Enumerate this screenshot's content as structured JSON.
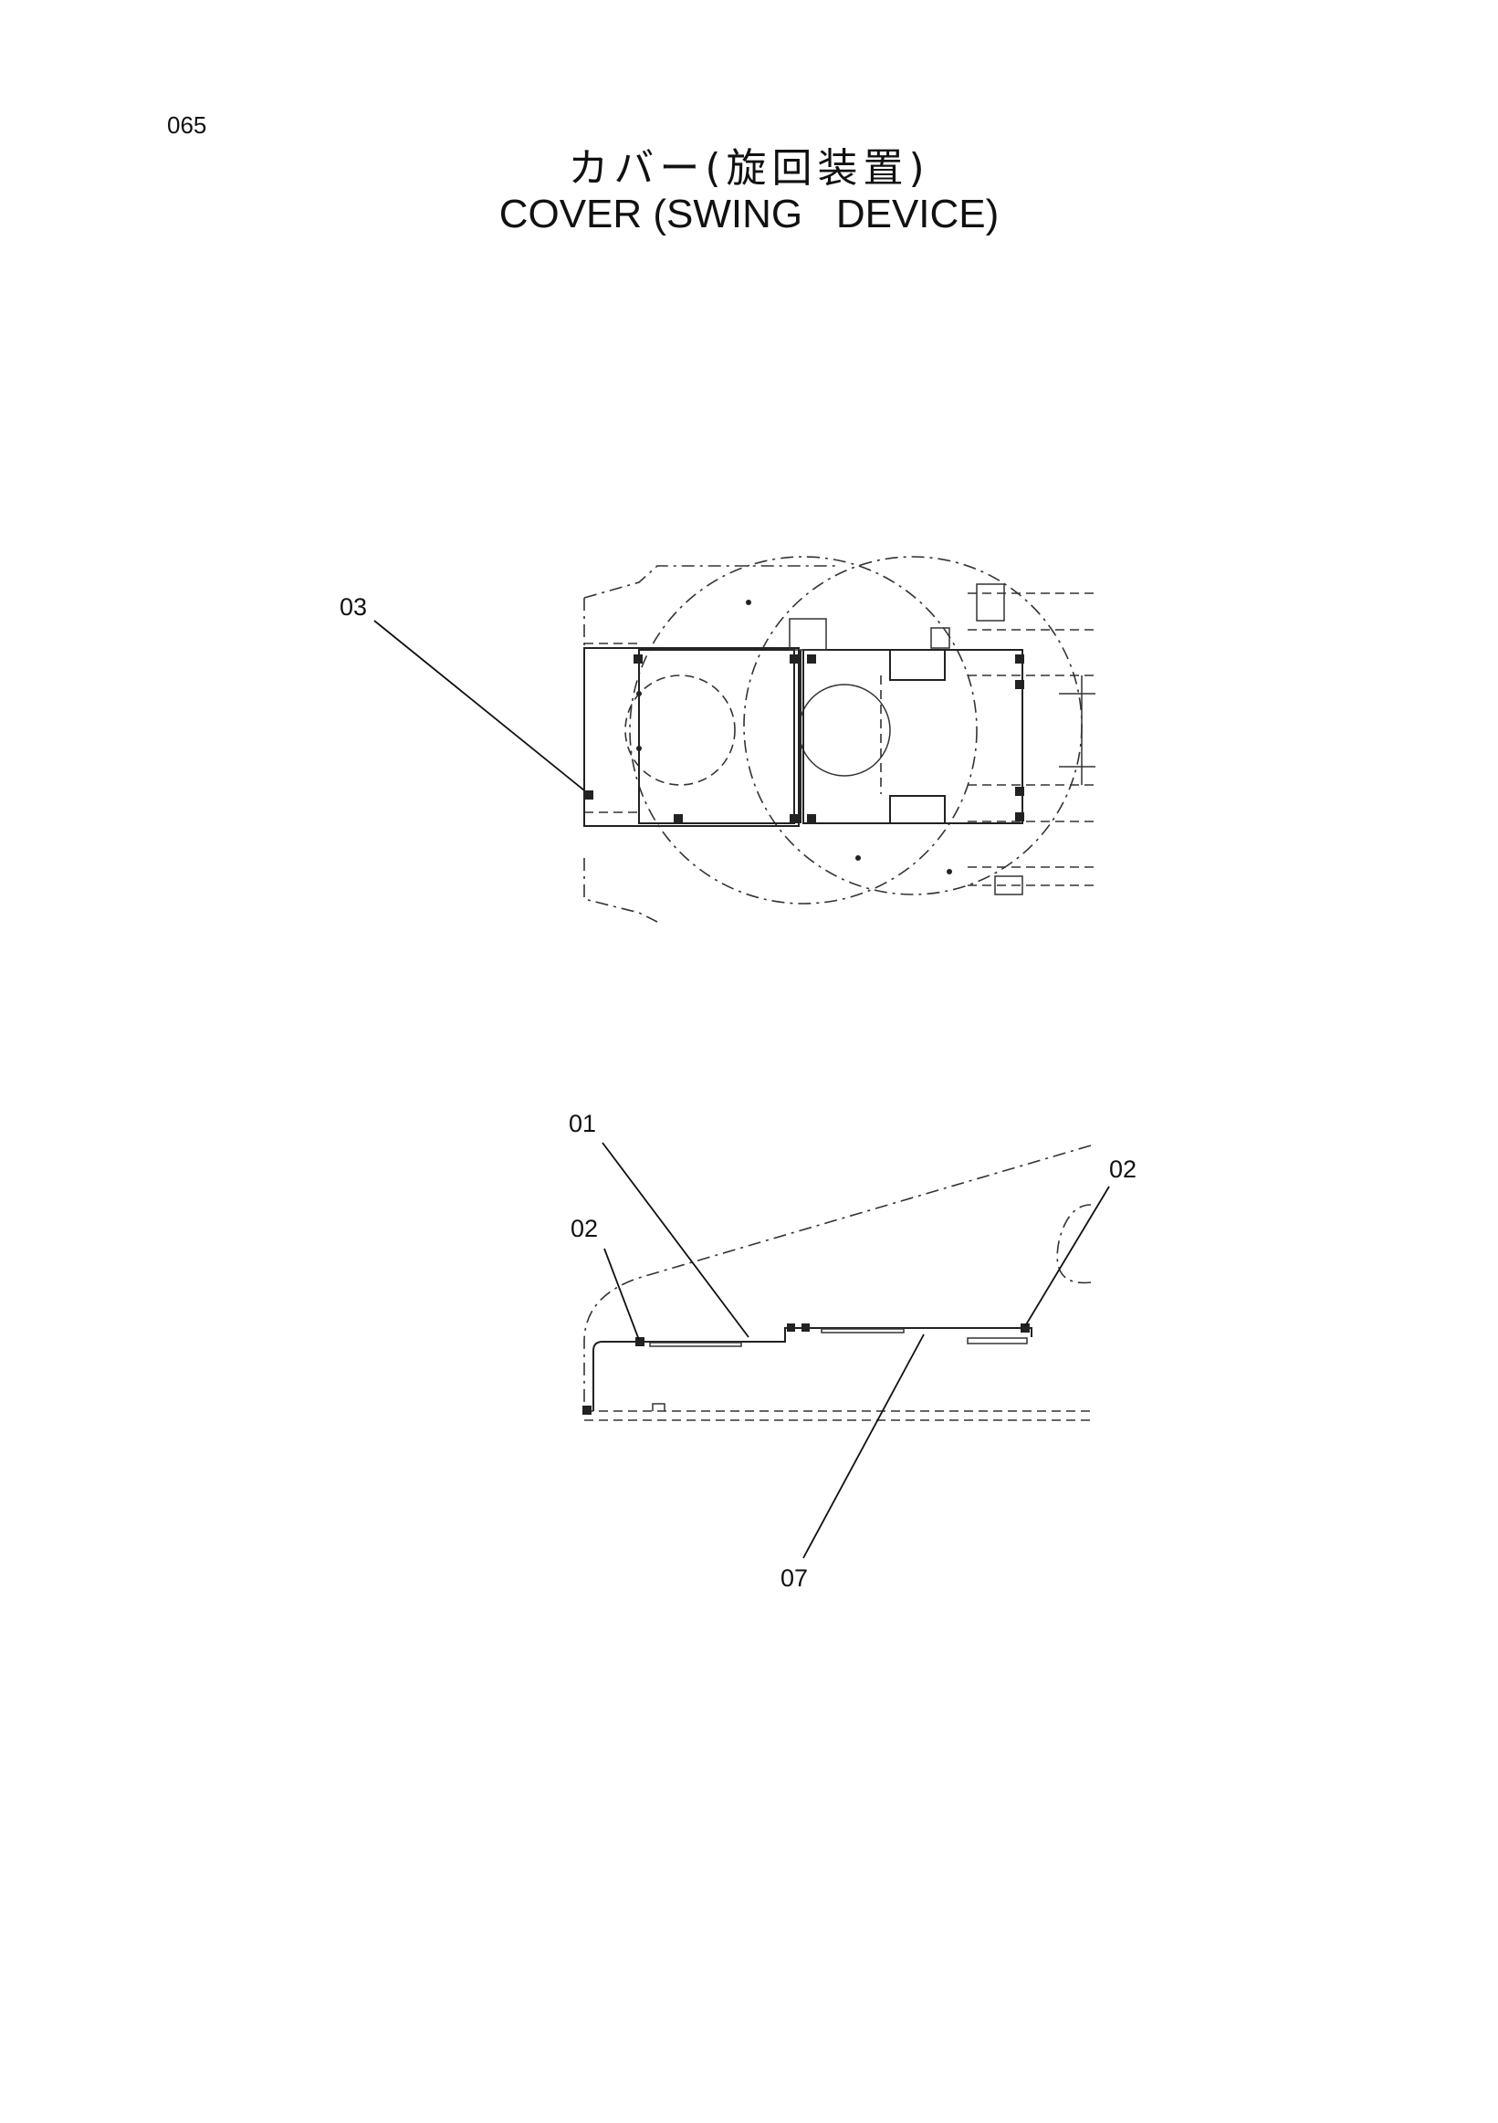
{
  "page_number": "065",
  "title_jp": "カバー(旋回装置)",
  "title_en": "COVER (SWING   DEVICE)",
  "callouts": {
    "top_03": "03",
    "side_01": "01",
    "side_02_left": "02",
    "side_02_right": "02",
    "side_07": "07"
  }
}
